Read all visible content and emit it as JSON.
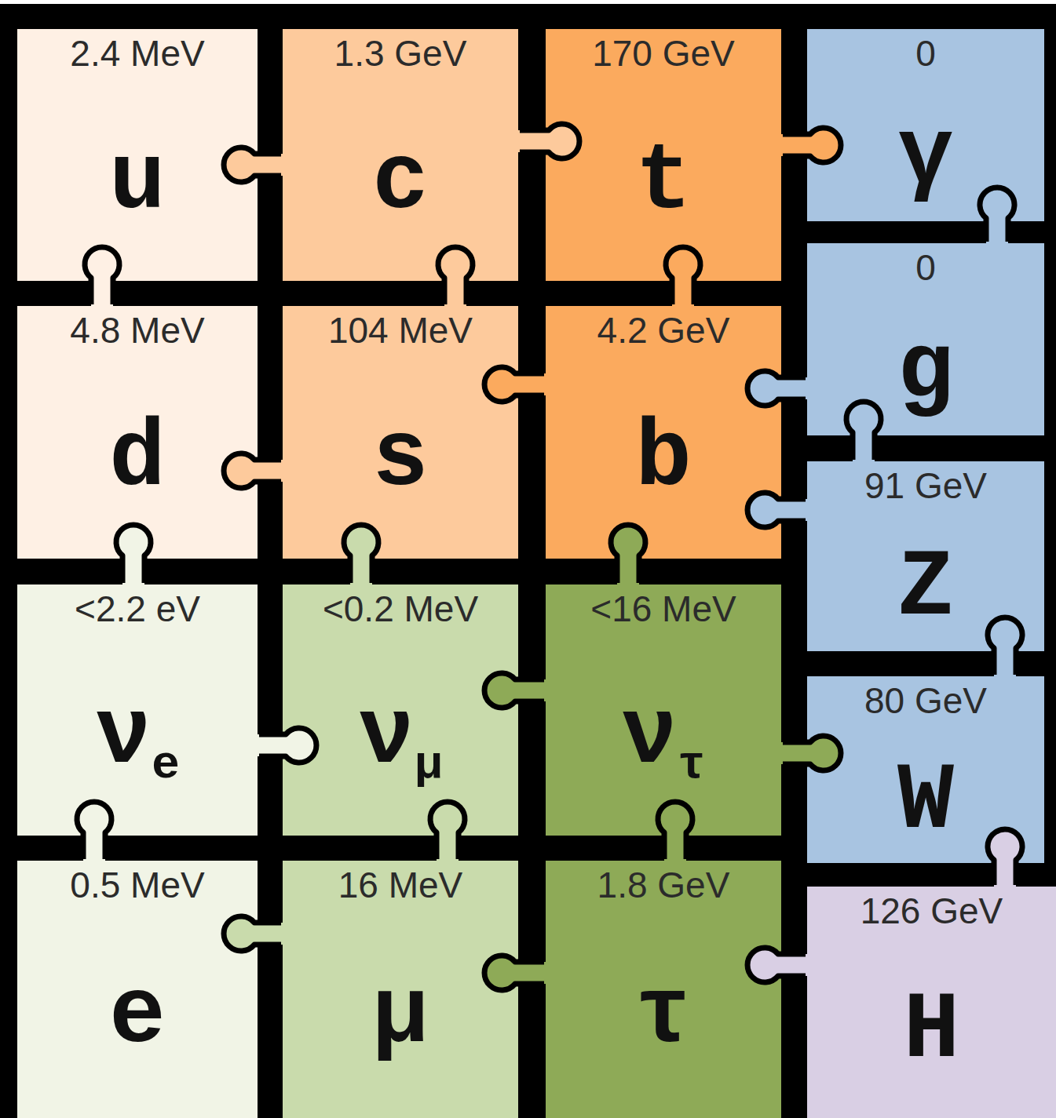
{
  "diagram": {
    "nodes": [
      {
        "text": [
          "2.4 MeV",
          "u"
        ]
      },
      {
        "text": [
          "1.3 GeV",
          "c"
        ]
      },
      {
        "text": [
          "170 GeV",
          "t"
        ]
      },
      {
        "text": [
          "0",
          "γ"
        ]
      },
      {
        "text": [
          "4.8 MeV",
          "d"
        ]
      },
      {
        "text": [
          "104 MeV",
          "s"
        ]
      },
      {
        "text": [
          "4.2 GeV",
          "b"
        ]
      },
      {
        "text": [
          "0",
          "g"
        ]
      },
      {
        "text": [
          "91 GeV",
          "Z"
        ]
      },
      {
        "text": [
          "<2.2 eV",
          "ν",
          "e"
        ]
      },
      {
        "text": [
          "<0.2 MeV",
          "ν",
          "μ"
        ]
      },
      {
        "text": [
          "<16 MeV",
          "ν",
          "τ"
        ]
      },
      {
        "text": [
          "80 GeV",
          "W"
        ]
      },
      {
        "text": [
          "0.5 MeV",
          "e"
        ]
      },
      {
        "text": [
          "16 MeV",
          "μ"
        ]
      },
      {
        "text": [
          "1.8 GeV",
          "τ"
        ]
      },
      {
        "text": [
          "126 GeV",
          "H"
        ]
      }
    ]
  }
}
